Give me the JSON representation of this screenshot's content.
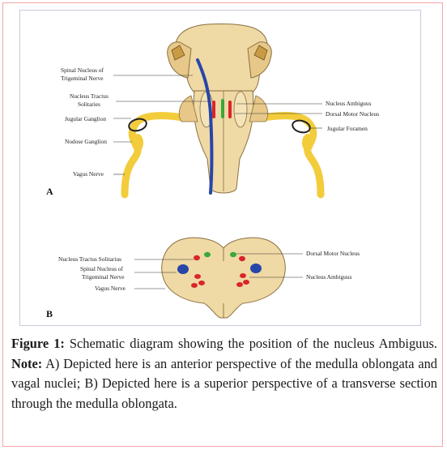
{
  "panel_a": {
    "letter": "A",
    "labels": {
      "spinal_nucleus_l1": "Spinal Nucleus of",
      "spinal_nucleus_l2": "Trigeminal Nerve",
      "nts_l1": "Nucleus Tractus",
      "nts_l2": "Solitaries",
      "jugular_ganglion": "Jugular Ganglion",
      "nodose_ganglion": "Nodose Ganglion",
      "vagus_nerve": "Vagus Nerve",
      "nucleus_ambiguus": "Nucleus Ambiguus",
      "dorsal_motor_nucleus": "Dorsal Motor Nucleus",
      "jugular_foramen": "Jugular Foramen"
    }
  },
  "panel_b": {
    "letter": "B",
    "labels": {
      "nts": "Nucleus Tractus Solitarius",
      "spinal_nucleus_l1": "Spinal Nucleus of",
      "spinal_nucleus_l2": "Trigeminal Nerve",
      "vagus_nerve": "Vagus Nerve",
      "dorsal_motor_nucleus": "Dorsal Motor Nucleus",
      "nucleus_ambiguus": "Nucleus Ambiguus"
    }
  },
  "caption": {
    "figure_label": "Figure 1:",
    "text_1": " Schematic diagram showing the position of the nucleus Ambiguus. ",
    "note_label": "Note:",
    "text_2": " A) Depicted here is an anterior perspective of the medulla oblongata and vagal nuclei; B) Depicted here is a superior perspective of a transverse section through the medulla oblongata."
  },
  "colors": {
    "tissue": "#efd9a5",
    "tissue_dark": "#ddbb6c",
    "nerve": "#f3cc3c",
    "blue_nucleus": "#2746a8",
    "red_nucleus": "#d9262a",
    "green_nucleus": "#3aa83a",
    "frame_border": "#f3a6a6"
  }
}
